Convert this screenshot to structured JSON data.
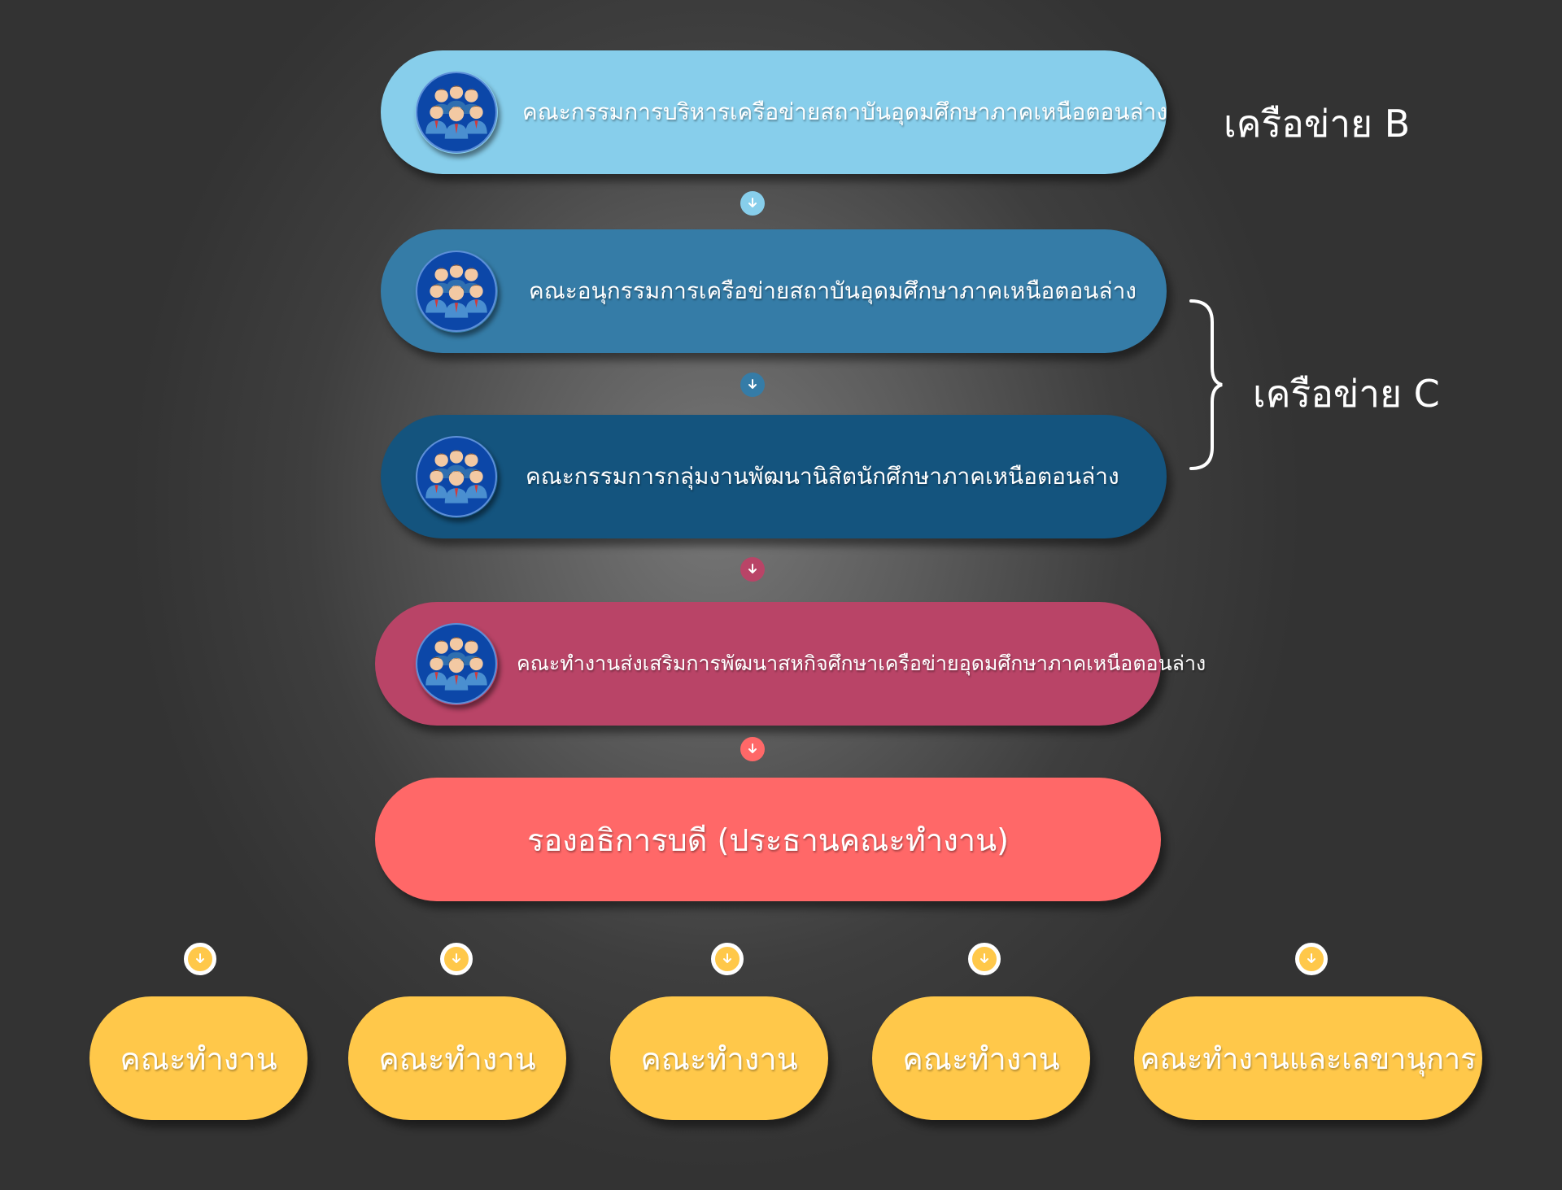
{
  "networks": {
    "b_label": "เครือข่าย B",
    "c_label": "เครือข่าย C"
  },
  "levels": [
    {
      "label": "คณะกรรมการบริหารเครือข่ายสถาบันอุดมศึกษาภาคเหนือตอนล่าง",
      "color": "#87ceeb",
      "icon": "group-people-icon"
    },
    {
      "label": "คณะอนุกรรมการเครือข่ายสถาบันอุดมศึกษาภาคเหนือตอนล่าง",
      "color": "#357ca7",
      "icon": "group-people-icon"
    },
    {
      "label": "คณะกรรมการกลุ่มงานพัฒนานิสิตนักศึกษาภาคเหนือตอนล่าง",
      "color": "#14547e",
      "icon": "group-people-icon"
    },
    {
      "label": "คณะทำงานส่งเสริมการพัฒนาสหกิจศึกษาเครือข่ายอุดมศึกษาภาคเหนือตอนล่าง",
      "color": "#b94467",
      "icon": "group-people-icon"
    }
  ],
  "chair": {
    "label": "รองอธิการบดี (ประธานคณะทำงาน)",
    "color": "#ff6868"
  },
  "connectors": {
    "colors": [
      "#87ceeb",
      "#357ca7",
      "#b94467",
      "#ff6868",
      "#ffc84a"
    ],
    "icon": "arrow-down-icon"
  },
  "working_groups": [
    {
      "label": "คณะทำงาน"
    },
    {
      "label": "คณะทำงาน"
    },
    {
      "label": "คณะทำงาน"
    },
    {
      "label": "คณะทำงาน"
    },
    {
      "label": "คณะทำงานและเลขานุการ"
    }
  ]
}
